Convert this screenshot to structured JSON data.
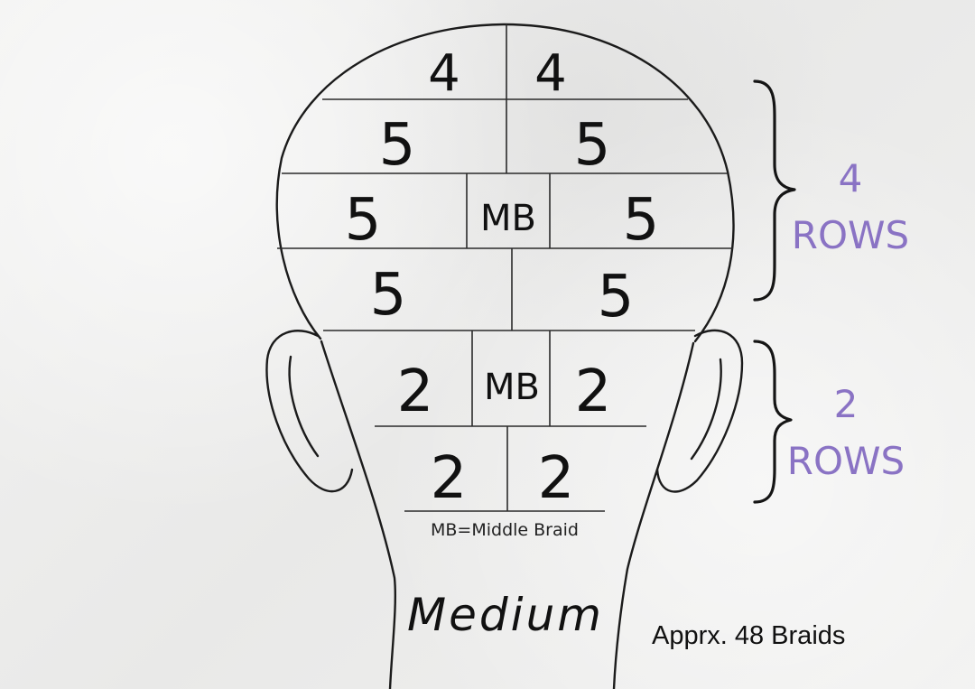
{
  "diagram": {
    "sections": {
      "row1": {
        "left": "4",
        "right": "4"
      },
      "row2": {
        "left": "5",
        "right": "5"
      },
      "row3": {
        "left": "5",
        "middle": "MB",
        "right": "5"
      },
      "row4": {
        "left": "5",
        "right": "5"
      },
      "row5": {
        "left": "2",
        "middle": "MB",
        "right": "2"
      },
      "row6": {
        "left": "2",
        "right": "2"
      }
    },
    "legend": "MB=Middle Braid",
    "style_title": "Medium",
    "braid_count": "Apprx. 48 Braids",
    "groups": [
      {
        "count": "4",
        "label": "ROWS"
      },
      {
        "count": "2",
        "label": "ROWS"
      }
    ],
    "colors": {
      "accent": "#8a73c4",
      "ink": "#111111",
      "paper": "#efefee"
    }
  }
}
